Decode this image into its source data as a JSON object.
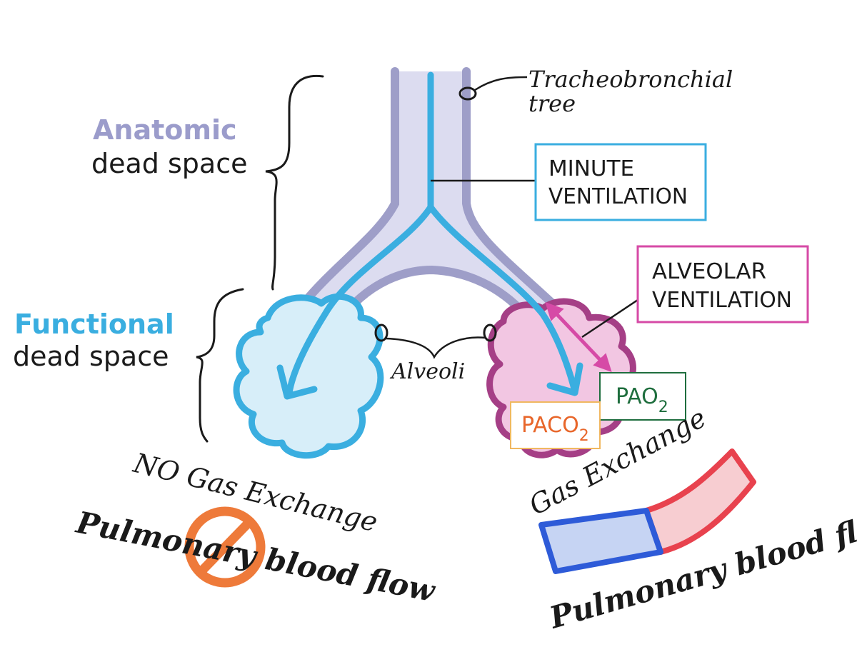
{
  "labels": {
    "anatomic": "Anatomic",
    "anatomic_dead_space": "dead space",
    "functional": "Functional",
    "functional_dead_space": "dead space",
    "tracheobronchial_line1": "Tracheobronchial",
    "tracheobronchial_line2": "tree",
    "minute_line1": "MINUTE",
    "minute_line2": "VENTILATION",
    "alveolar_line1": "ALVEOLAR",
    "alveolar_line2": "VENTILATION",
    "alveoli": "Alveoli",
    "pao2_main": "PAO",
    "pao2_sub": "2",
    "paco2_main": "PACO",
    "paco2_sub": "2",
    "no_gas_exchange": "NO Gas Exchange",
    "gas_exchange": "Gas Exchange",
    "pulmonary_left": "Pulmonary blood flow",
    "pulmonary_right": "Pulmonary blood flow"
  },
  "colors": {
    "anatomic": "#9b9ccb",
    "functional": "#3aaee0",
    "trachea_fill": "#dcdcf0",
    "trachea_wall": "#9e9ec8",
    "airflow": "#3aaee0",
    "left_alveolus_fill": "#d7eef9",
    "left_alveolus_stroke": "#3aaee0",
    "right_alveolus_fill": "#f2c6e2",
    "right_alveolus_stroke": "#a53f86",
    "minute_box": "#3aaee0",
    "alveolar_box": "#d64aa6",
    "alveolar_arrow": "#d64aa6",
    "pao2": "#1f6e3e",
    "paco2": "#e8662a",
    "paco2_box": "#f0b860",
    "no_symbol": "#ee7a3a",
    "vessel_blue": "#2e5bd8",
    "vessel_blue_fill": "#c6d4f3",
    "vessel_red": "#e8424e",
    "vessel_red_fill": "#f7cdd1",
    "ink": "#1a1a1a"
  }
}
